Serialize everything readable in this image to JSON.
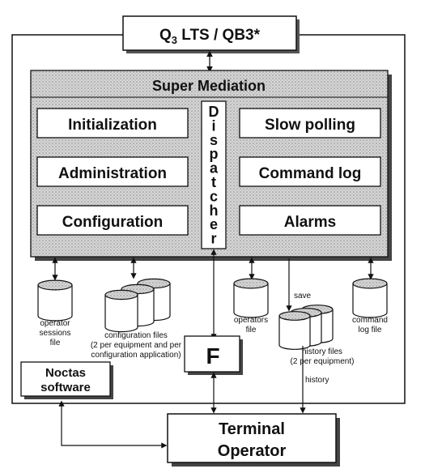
{
  "top_box": {
    "label_prefix": "Q",
    "label_sub": "3",
    "label_rest": " LTS / QB3*"
  },
  "super_mediation": {
    "title": "Super Mediation"
  },
  "left_modules": [
    "Initialization",
    "Administration",
    "Configuration"
  ],
  "right_modules": [
    "Slow polling",
    "Command log",
    "Alarms"
  ],
  "dispatcher": {
    "letters": [
      "D",
      "i",
      "s",
      "p",
      "a",
      "t",
      "c",
      "h",
      "e",
      "r"
    ]
  },
  "files": {
    "operator_sessions": [
      "operator",
      "sessions",
      "file"
    ],
    "configuration": [
      "configuration files",
      "(2 per equipment and per",
      "configuration application)"
    ],
    "operators": [
      "operators",
      "file"
    ],
    "history": [
      "history files",
      "(2 per equipment)"
    ],
    "command_log": [
      "command",
      "log file"
    ]
  },
  "labels": {
    "save": "save",
    "history": "history"
  },
  "f_box": {
    "label": "F"
  },
  "noctas": {
    "lines": [
      "Noctas",
      "software"
    ]
  },
  "terminal": {
    "lines": [
      "Terminal",
      "Operator"
    ]
  },
  "colors": {
    "shade": "#bdbdbd",
    "line": "#111111",
    "box_fill": "#ffffff"
  }
}
